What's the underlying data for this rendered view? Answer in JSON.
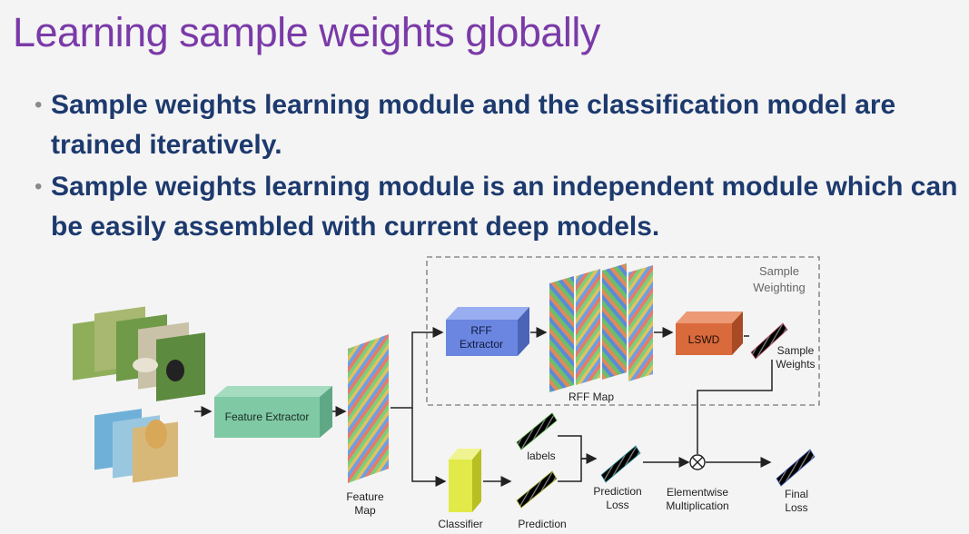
{
  "slide": {
    "title": "Learning sample weights globally",
    "bullets": [
      "Sample weights learning module and the classification model are trained iteratively.",
      "Sample weights learning module is an independent module which can be easily assembled with current deep models."
    ]
  },
  "diagram": {
    "box_title": [
      "Sample",
      "Weighting"
    ],
    "feature_extractor": "Feature Extractor",
    "feature_map": [
      "Feature",
      "Map"
    ],
    "rff_extractor": [
      "RFF",
      "Extractor"
    ],
    "rff_map": "RFF Map",
    "lswd": "LSWD",
    "sample_weights": [
      "Sample",
      "Weights"
    ],
    "classifier": "Classifier",
    "labels": "labels",
    "prediction": "Prediction",
    "prediction_loss": [
      "Prediction",
      "Loss"
    ],
    "elementwise": [
      "Elementwise",
      "Multiplication"
    ],
    "final_loss": [
      "Final",
      "Loss"
    ],
    "operator_symbol": "⊗"
  },
  "colors": {
    "title": "#7a3aa8",
    "bullet_text": "#1d3a6e",
    "feature_extractor": "#7fc9a4",
    "rff_extractor": "#6b86e0",
    "lswd": "#d96a3c",
    "classifier": "#e2ea4a",
    "sample_weights_strip": "#f28fa3",
    "labels_strip": "#7ee05a",
    "prediction_strip": "#eef07a",
    "loss_strip": "#76e0e6",
    "final_loss_strip": "#6b8be8"
  }
}
